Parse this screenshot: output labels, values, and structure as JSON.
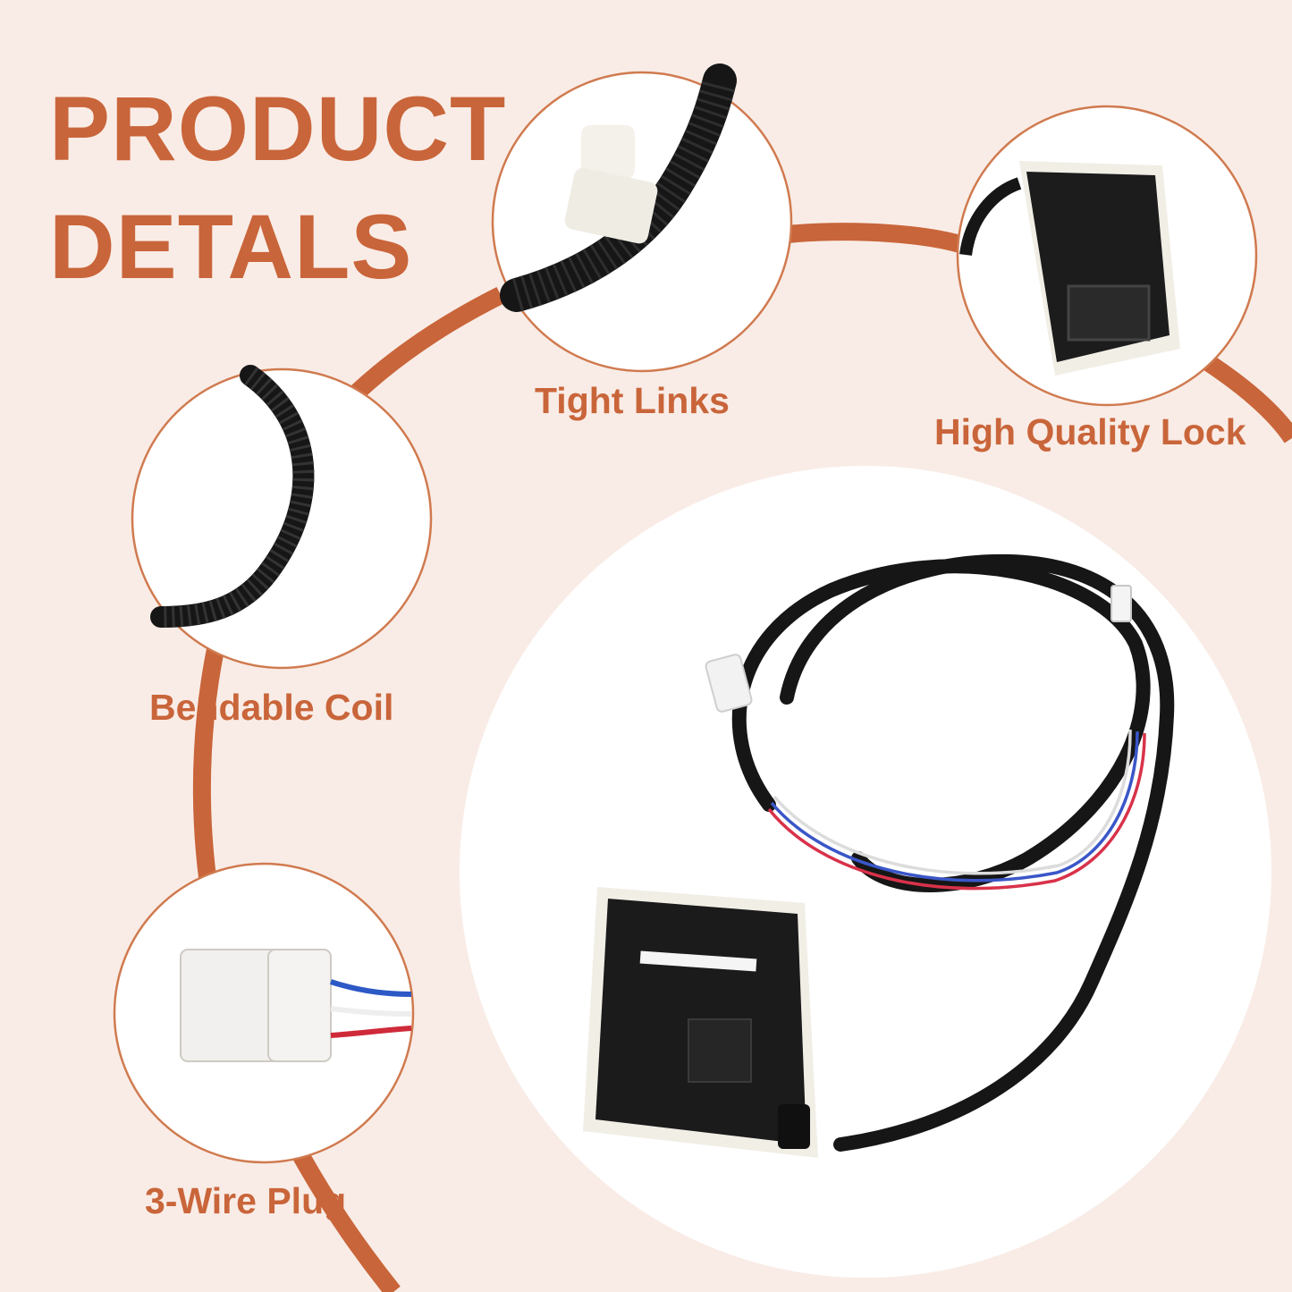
{
  "colors": {
    "background": "#f9ece6",
    "accent": "#c9653a",
    "circle_border": "#d07a4f",
    "cable": "#161616",
    "circle_fill": "#ffffff"
  },
  "title": {
    "line1": "PRODUCT",
    "line2": "DETALS"
  },
  "features": [
    {
      "label": "Tight Links"
    },
    {
      "label": "High Quality Lock"
    },
    {
      "label": "Bendable Coil"
    },
    {
      "label": "3-Wire Plug"
    }
  ]
}
